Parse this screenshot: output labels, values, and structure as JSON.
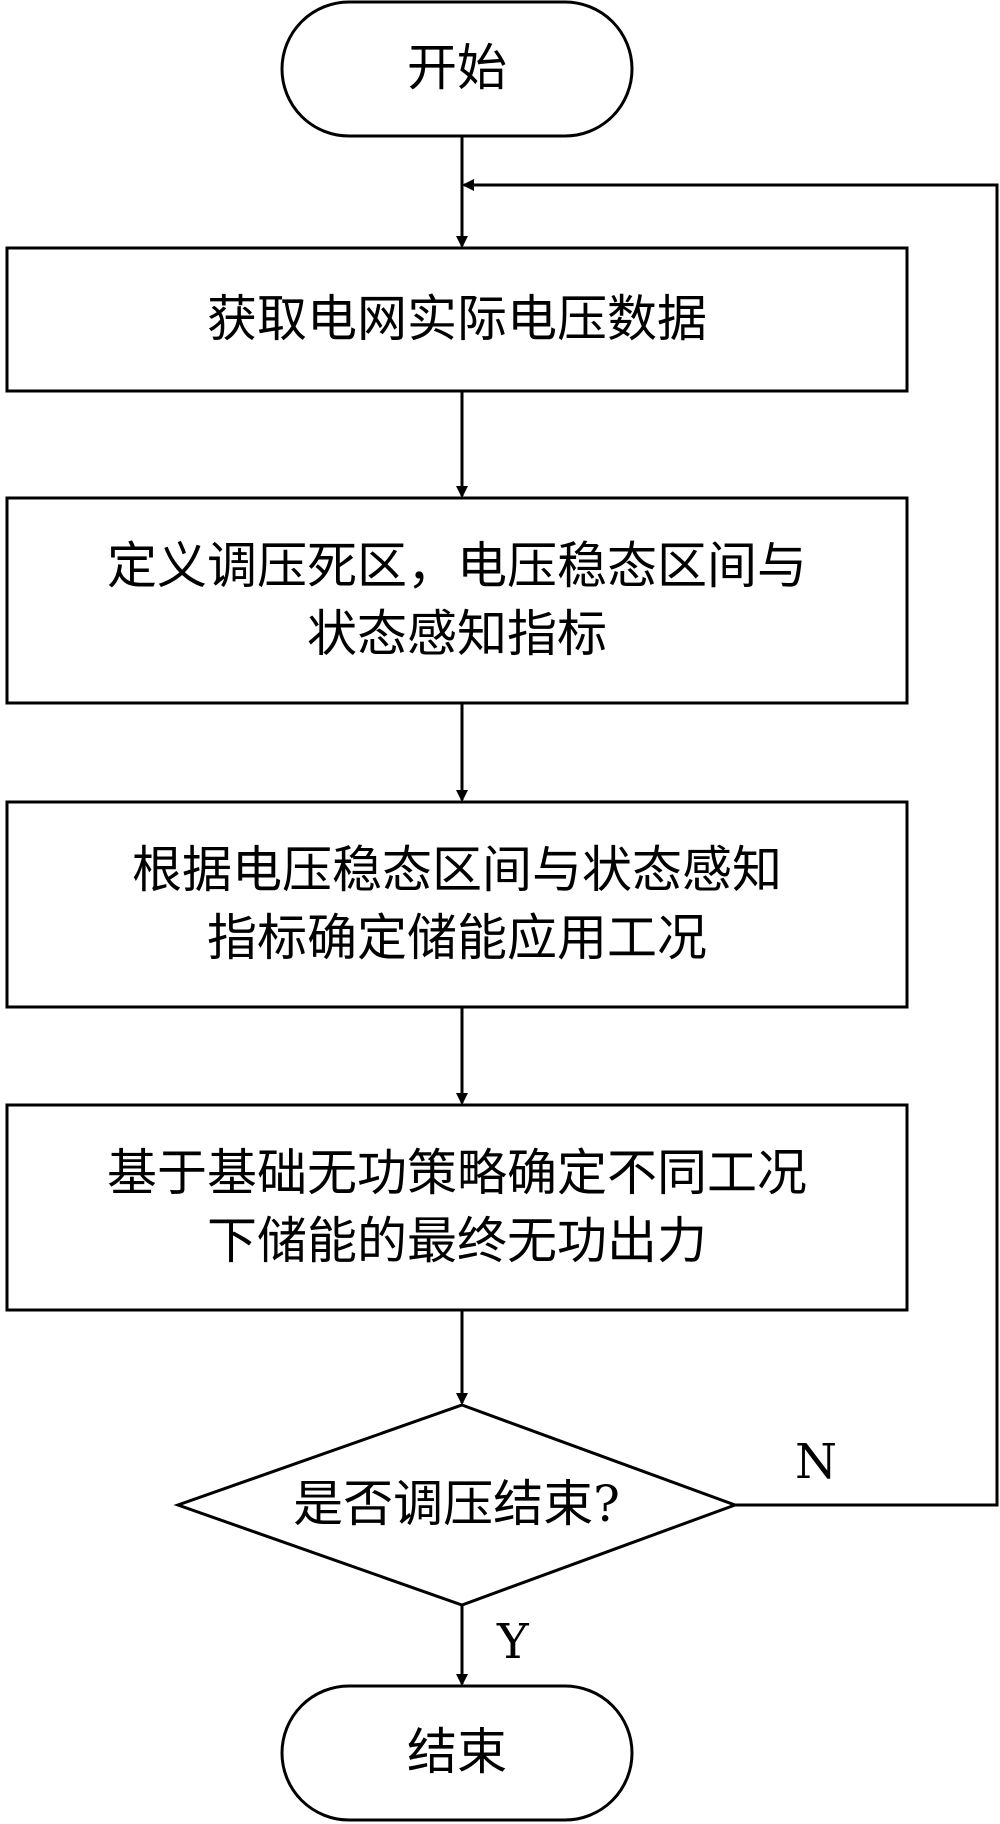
{
  "nodes": {
    "start": "开始",
    "step1": "获取电网实际电压数据",
    "step2_line1": "定义调压死区，电压稳态区间与",
    "step2_line2": "状态感知指标",
    "step3_line1": "根据电压稳态区间与状态感知",
    "step3_line2": "指标确定储能应用工况",
    "step4_line1": "基于基础无功策略确定不同工况",
    "step4_line2": "下储能的最终无功出力",
    "decision": "是否调压结束?",
    "end": "结束"
  },
  "edge_labels": {
    "no": "N",
    "yes": "Y"
  }
}
